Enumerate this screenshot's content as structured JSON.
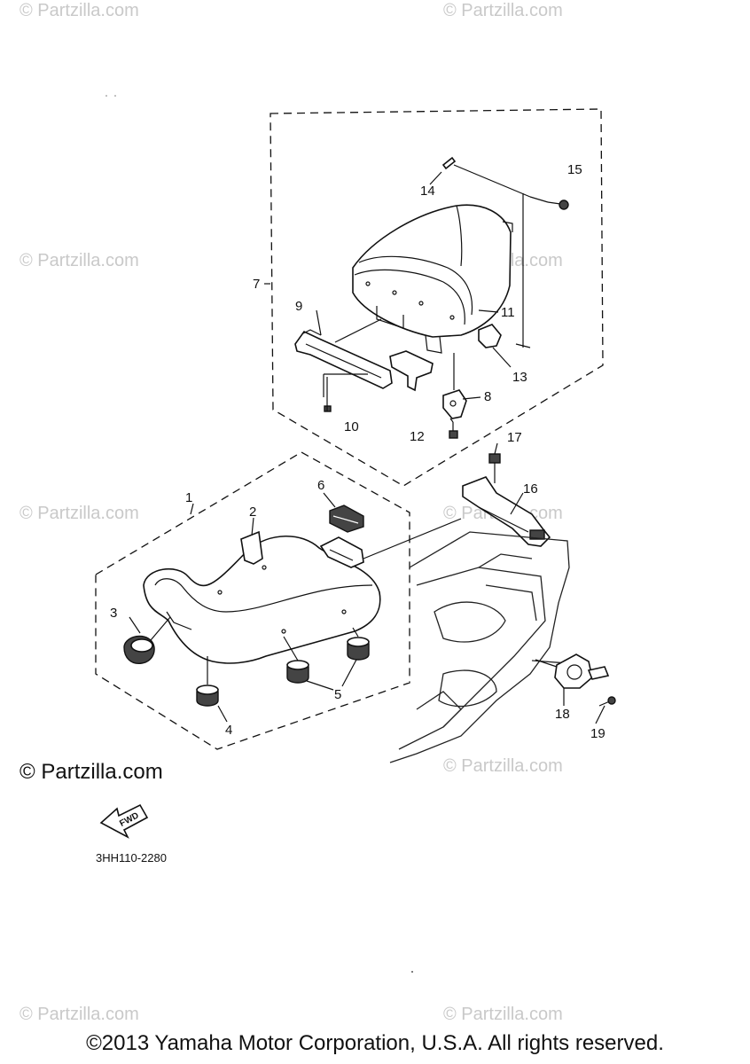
{
  "watermarks": {
    "text": "© Partzilla.com",
    "prominent": "© Partzilla.com"
  },
  "callouts": [
    "1",
    "2",
    "3",
    "4",
    "5",
    "6",
    "7",
    "8",
    "9",
    "10",
    "11",
    "12",
    "13",
    "14",
    "15",
    "16",
    "17",
    "18",
    "19"
  ],
  "direction_badge": "FWD",
  "diagram_code": "3HH110-2280",
  "copyright": "©2013 Yamaha Motor Corporation, U.S.A. All rights reserved."
}
